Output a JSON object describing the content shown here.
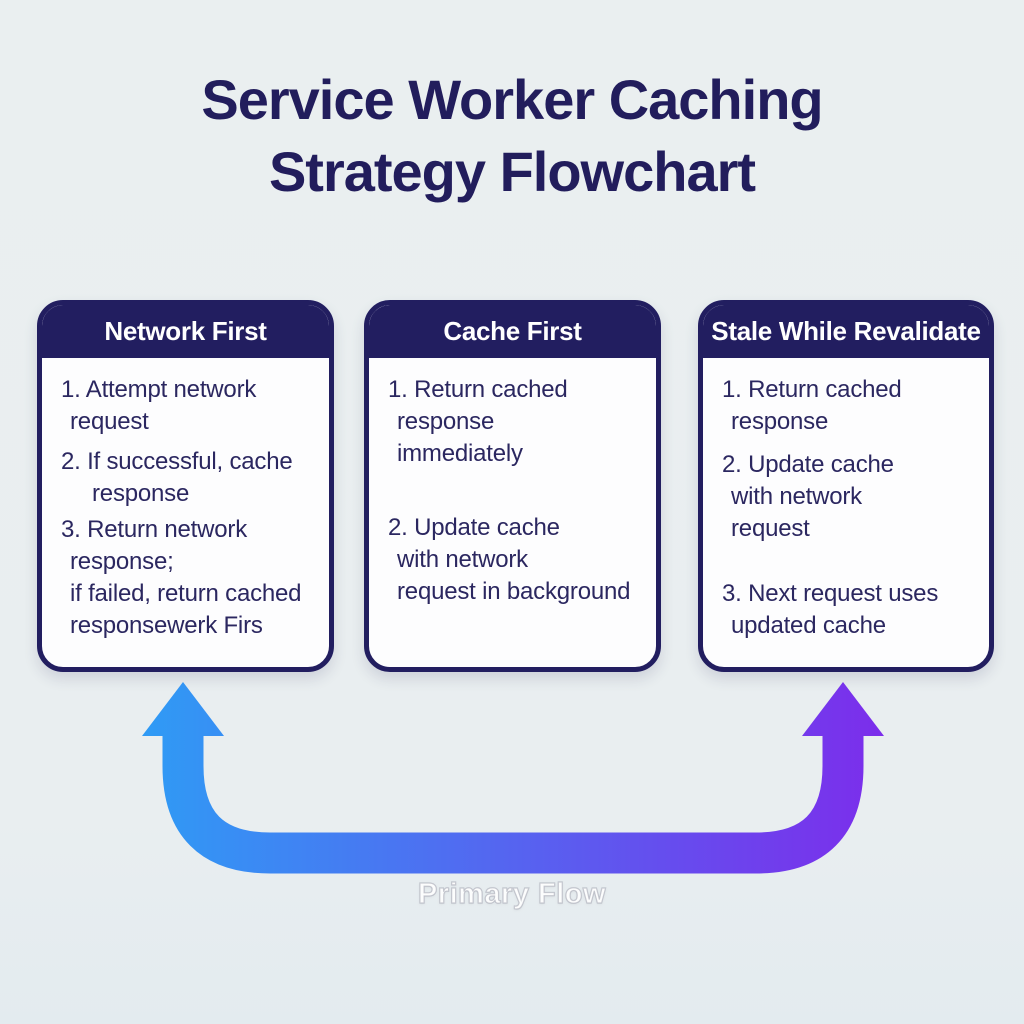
{
  "title": {
    "line1": "Service Worker Caching",
    "line2": "Strategy Flowchart"
  },
  "cards": [
    {
      "header": "Network First",
      "lines": [
        "1. Attempt network",
        "request",
        "2. If successful, cache",
        "response",
        "3. Return network",
        "response;",
        "if failed, return cached",
        "responsewerk Firs"
      ]
    },
    {
      "header": "Cache First",
      "lines": [
        "1. Return cached",
        "response",
        "immediately",
        "2. Update cache",
        "with network",
        "request in background"
      ]
    },
    {
      "header": "Stale While Revalidate",
      "lines": [
        "1. Return cached",
        "response",
        "2. Update cache",
        "with network",
        "request",
        "3. Next request uses",
        "updated cache"
      ]
    }
  ],
  "flow": {
    "label": "Primary Flow",
    "gradient_start": "#2f9bf5",
    "gradient_end": "#7c2deb"
  },
  "colors": {
    "background": "#e9eef0",
    "header_bg": "#221e60",
    "card_bg": "#fdfdfe",
    "body_text": "#2b2760",
    "title_text": "#221d5c"
  }
}
